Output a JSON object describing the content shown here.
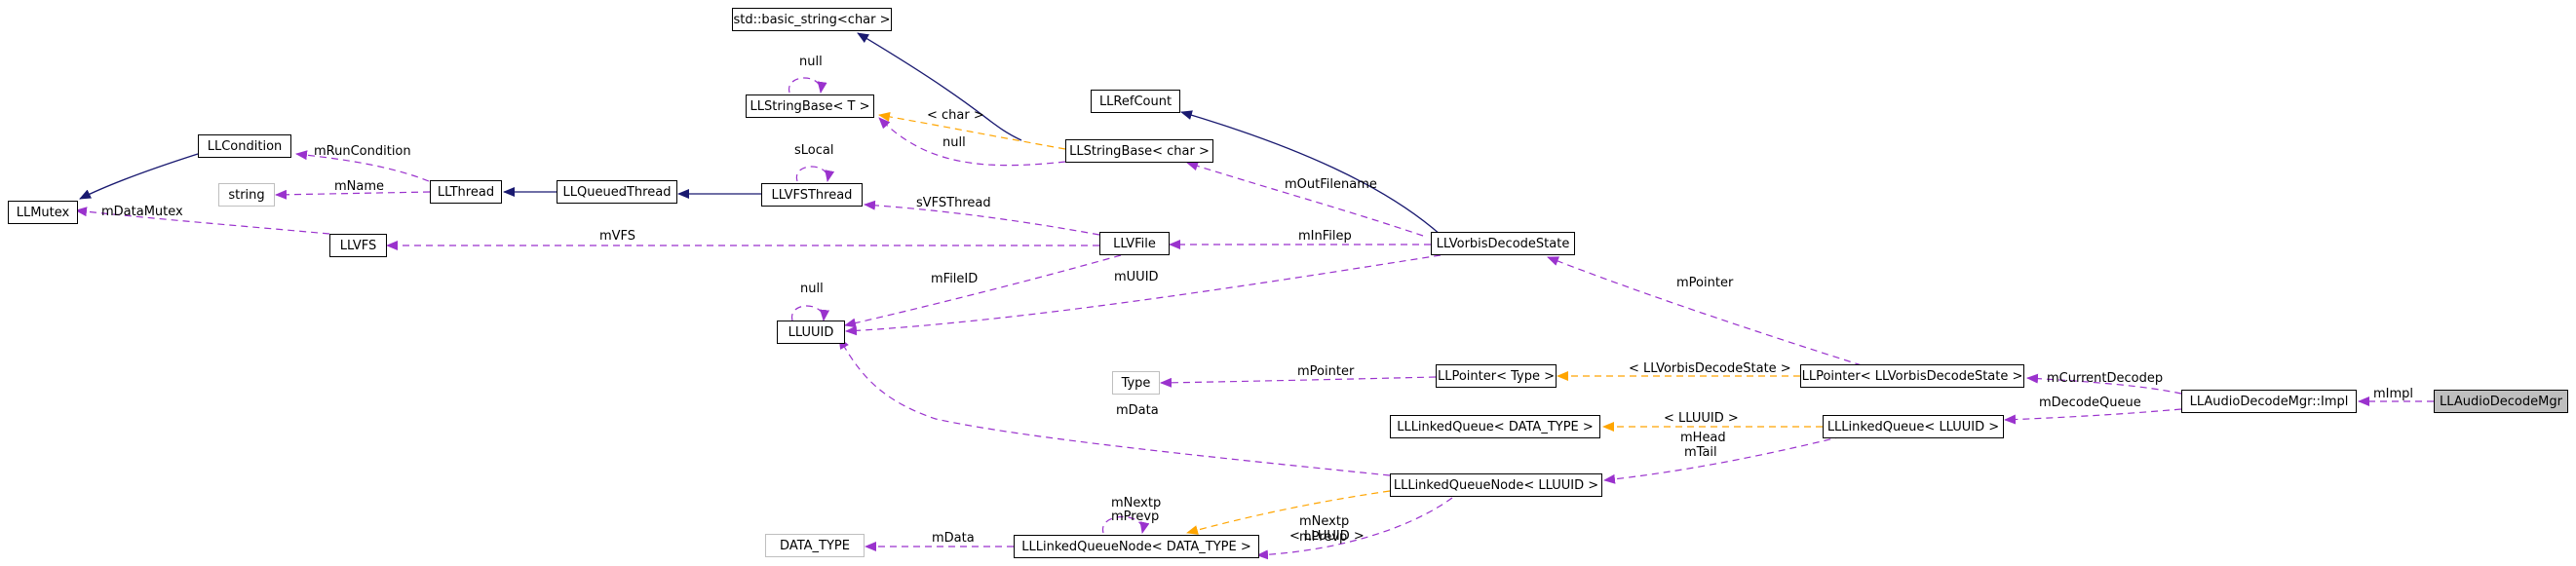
{
  "colors": {
    "inheritance": "#191970",
    "usage": "#9a32cd",
    "template": "#ffa500",
    "grey_border": "#bfbfbf",
    "focus_fill": "#bfbfbf"
  },
  "nodes": {
    "llmutex": "LLMutex",
    "llcondition": "LLCondition",
    "string": "string",
    "llthread": "LLThread",
    "llqueuedthread": "LLQueuedThread",
    "llvfs": "LLVFS",
    "std_basic_string": "std::basic_string<char >",
    "llstringbase_t": "LLStringBase< T >",
    "llvfsthread": "LLVFSThread",
    "llrefcount": "LLRefCount",
    "llstringbase_char": "LLStringBase< char >",
    "llvfile": "LLVFile",
    "llvorbisdecodestate": "LLVorbisDecodeState",
    "lluuid": "LLUUID",
    "type": "Type",
    "llpointer_type": "LLPointer< Type >",
    "llpointer_vorbis": "LLPointer< LLVorbisDecodeState >",
    "llaudiodecodemgr_impl": "LLAudioDecodeMgr::Impl",
    "llaudiodecodemgr": "LLAudioDecodeMgr",
    "lllinkedqueue_datatype": "LLLinkedQueue< DATA_TYPE >",
    "lllinkedqueue_lluuid": "LLLinkedQueue< LLUUID >",
    "lllinkedqueuenode_lluuid": "LLLinkedQueueNode< LLUUID >",
    "data_type": "DATA_TYPE",
    "lllinkedqueuenode_datatype": "LLLinkedQueueNode< DATA_TYPE >"
  },
  "edge_labels": {
    "null_a": "null",
    "char_t": "< char >",
    "null_b": "null",
    "mruncondition": "mRunCondition",
    "mname": "mName",
    "slocal": "sLocal",
    "mdatamutex": "mDataMutex",
    "svfsthread": "sVFSThread",
    "moutfilename": "mOutFilename",
    "mvfs": "mVFS",
    "minfilep": "mInFilep",
    "null_c": "null",
    "mfileid": "mFileID",
    "muuid": "mUUID",
    "mpointer_a": "mPointer",
    "mpointer_b": "mPointer",
    "vorbis_t": "< LLVorbisDecodeState >",
    "mcurrentdecodep": "mCurrentDecodep",
    "mimpl": "mImpl",
    "mdecodequeue": "mDecodeQueue",
    "mdata_a": "mData",
    "lluuid_t1": "< LLUUID >",
    "mhead": "mHead",
    "mtail": "mTail",
    "mnextp_a": "mNextp",
    "mprevp_a": "mPrevp",
    "lluuid_t2": "< LLUUID >",
    "mnextp_b": "mNextp",
    "mprevp_b": "mPrevp",
    "mdata_b": "mData"
  }
}
